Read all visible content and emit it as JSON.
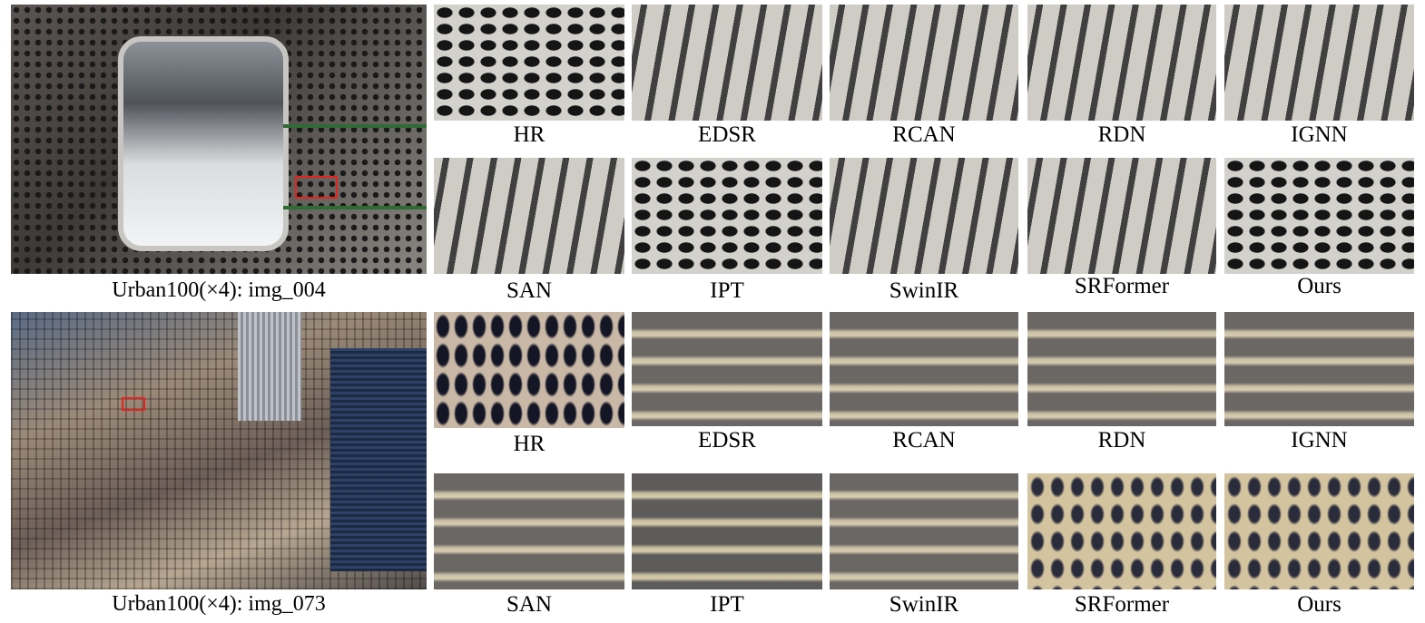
{
  "rows": [
    {
      "caption": "Urban100(×4): img_004",
      "tiles_top": [
        {
          "label": "HR"
        },
        {
          "label": "EDSR"
        },
        {
          "label": "RCAN"
        },
        {
          "label": "RDN"
        },
        {
          "label": "IGNN"
        }
      ],
      "tiles_bottom": [
        {
          "label": "SAN"
        },
        {
          "label": "IPT"
        },
        {
          "label": "SwinIR"
        },
        {
          "label": "SRFormer"
        },
        {
          "label": "Ours"
        }
      ]
    },
    {
      "caption": "Urban100(×4): img_073",
      "tiles_top": [
        {
          "label": "HR"
        },
        {
          "label": "EDSR"
        },
        {
          "label": "RCAN"
        },
        {
          "label": "RDN"
        },
        {
          "label": "IGNN"
        }
      ],
      "tiles_bottom": [
        {
          "label": "SAN"
        },
        {
          "label": "IPT"
        },
        {
          "label": "SwinIR"
        },
        {
          "label": "SRFormer"
        },
        {
          "label": "Ours"
        }
      ]
    }
  ],
  "colors": {
    "highlight_box": "#e8221e"
  }
}
